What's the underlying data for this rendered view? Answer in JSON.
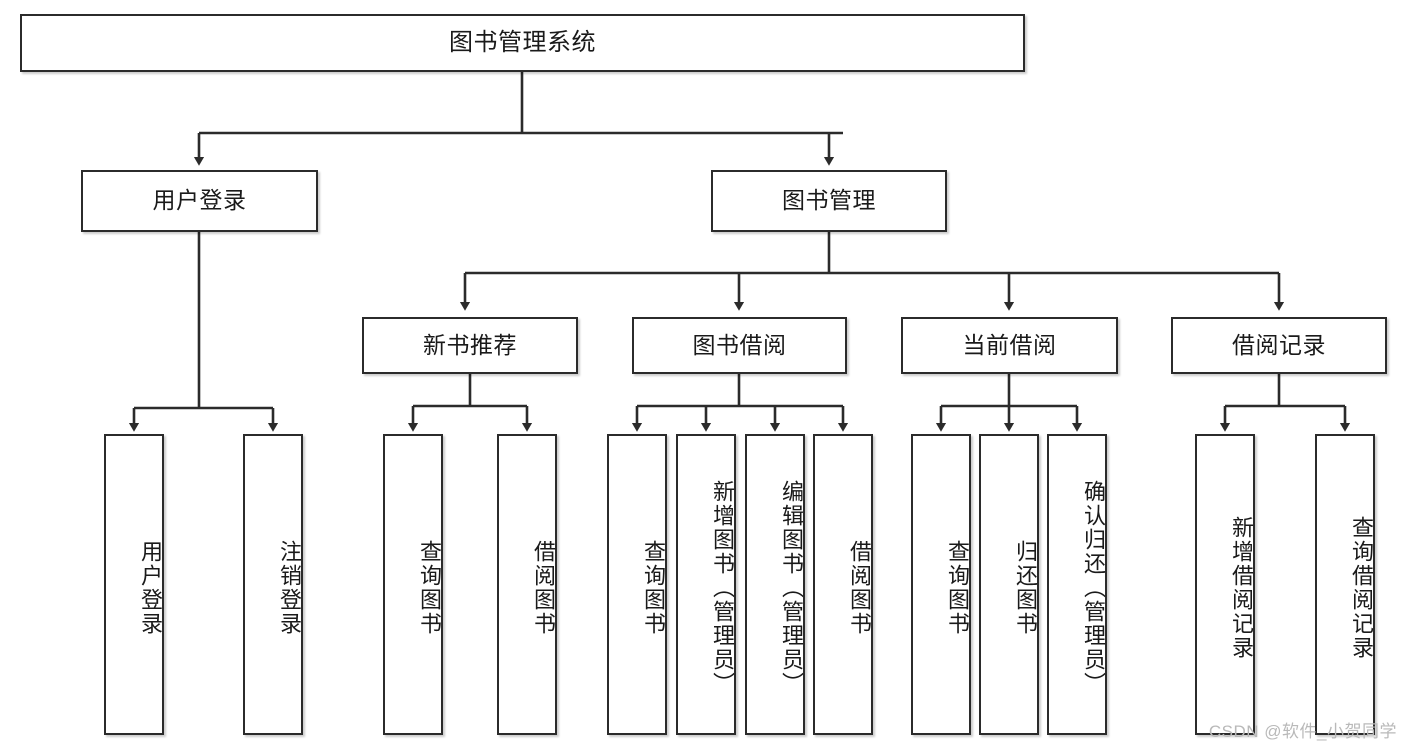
{
  "diagram": {
    "type": "tree-hierarchy",
    "title": "图书管理系统",
    "root": {
      "label": "图书管理系统"
    },
    "level2": [
      {
        "id": "user-login",
        "label": "用户登录"
      },
      {
        "id": "book-management",
        "label": "图书管理"
      }
    ],
    "level3": [
      {
        "id": "new-book-recommend",
        "label": "新书推荐"
      },
      {
        "id": "book-borrow",
        "label": "图书借阅"
      },
      {
        "id": "current-borrow",
        "label": "当前借阅"
      },
      {
        "id": "borrow-record",
        "label": "借阅记录"
      }
    ],
    "leaves": {
      "user_login": [
        {
          "id": "leaf-user-login",
          "label": "用户登录"
        },
        {
          "id": "leaf-logout",
          "label": "注销登录"
        }
      ],
      "new_book_recommend": [
        {
          "id": "leaf-query-book-1",
          "label": "查询图书"
        },
        {
          "id": "leaf-borrow-book-1",
          "label": "借阅图书"
        }
      ],
      "book_borrow": [
        {
          "id": "leaf-query-book-2",
          "label": "查询图书"
        },
        {
          "id": "leaf-add-book",
          "label": "新增图书（管理员）"
        },
        {
          "id": "leaf-edit-book",
          "label": "编辑图书（管理员）"
        },
        {
          "id": "leaf-borrow-book-2",
          "label": "借阅图书"
        }
      ],
      "current_borrow": [
        {
          "id": "leaf-query-book-3",
          "label": "查询图书"
        },
        {
          "id": "leaf-return-book",
          "label": "归还图书"
        },
        {
          "id": "leaf-confirm-return",
          "label": "确认归还（管理员）"
        }
      ],
      "borrow_record": [
        {
          "id": "leaf-add-record",
          "label": "新增借阅记录"
        },
        {
          "id": "leaf-query-record",
          "label": "查询借阅记录"
        }
      ]
    }
  },
  "watermark": {
    "text": "CSDN @软件_小贺同学"
  },
  "colors": {
    "background": "#ffffff",
    "box_border": "#2b2b2b",
    "box_fill": "#ffffff",
    "text": "#1a1a1a",
    "connector": "#2b2b2b",
    "watermark": "#b9b9b9"
  }
}
